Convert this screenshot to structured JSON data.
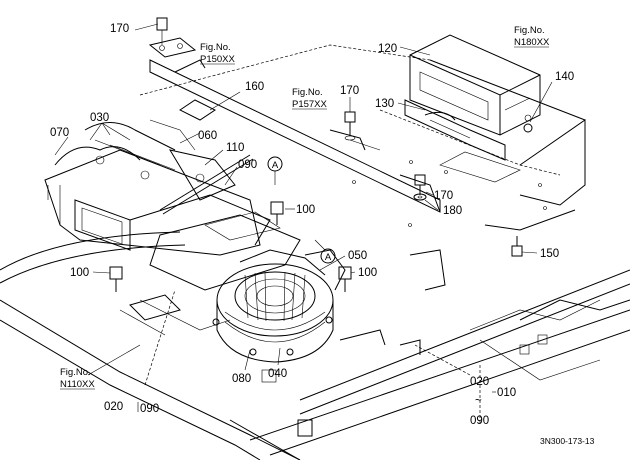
{
  "part_numbers": {
    "p170_top": "170",
    "p120": "120",
    "p140": "140",
    "p160": "160",
    "p170_mid": "170",
    "p130": "130",
    "p030": "030",
    "p070": "070",
    "p060": "060",
    "p110": "110",
    "p090": "090",
    "p170_right": "170",
    "p180": "180",
    "p100_center": "100",
    "p150": "150",
    "p050": "050",
    "p100_left": "100",
    "p100_right": "100",
    "p080": "080",
    "p040": "040",
    "p020_left": "020",
    "p090_left": "090",
    "p020_right": "020",
    "p010": "010",
    "tilde": "~",
    "p090_right": "090"
  },
  "figure_refs": {
    "p150xx": {
      "line1": "Fig.No.",
      "line2": "P150XX"
    },
    "n180xx": {
      "line1": "Fig.No.",
      "line2": "N180XX"
    },
    "p157xx": {
      "line1": "Fig.No.",
      "line2": "P157XX"
    },
    "n110xx": {
      "line1": "Fig.No.",
      "line2": "N110XX"
    }
  },
  "callouts": {
    "a_upper": "A",
    "a_lower": "A"
  },
  "drawing_code": "3N300-173-13"
}
